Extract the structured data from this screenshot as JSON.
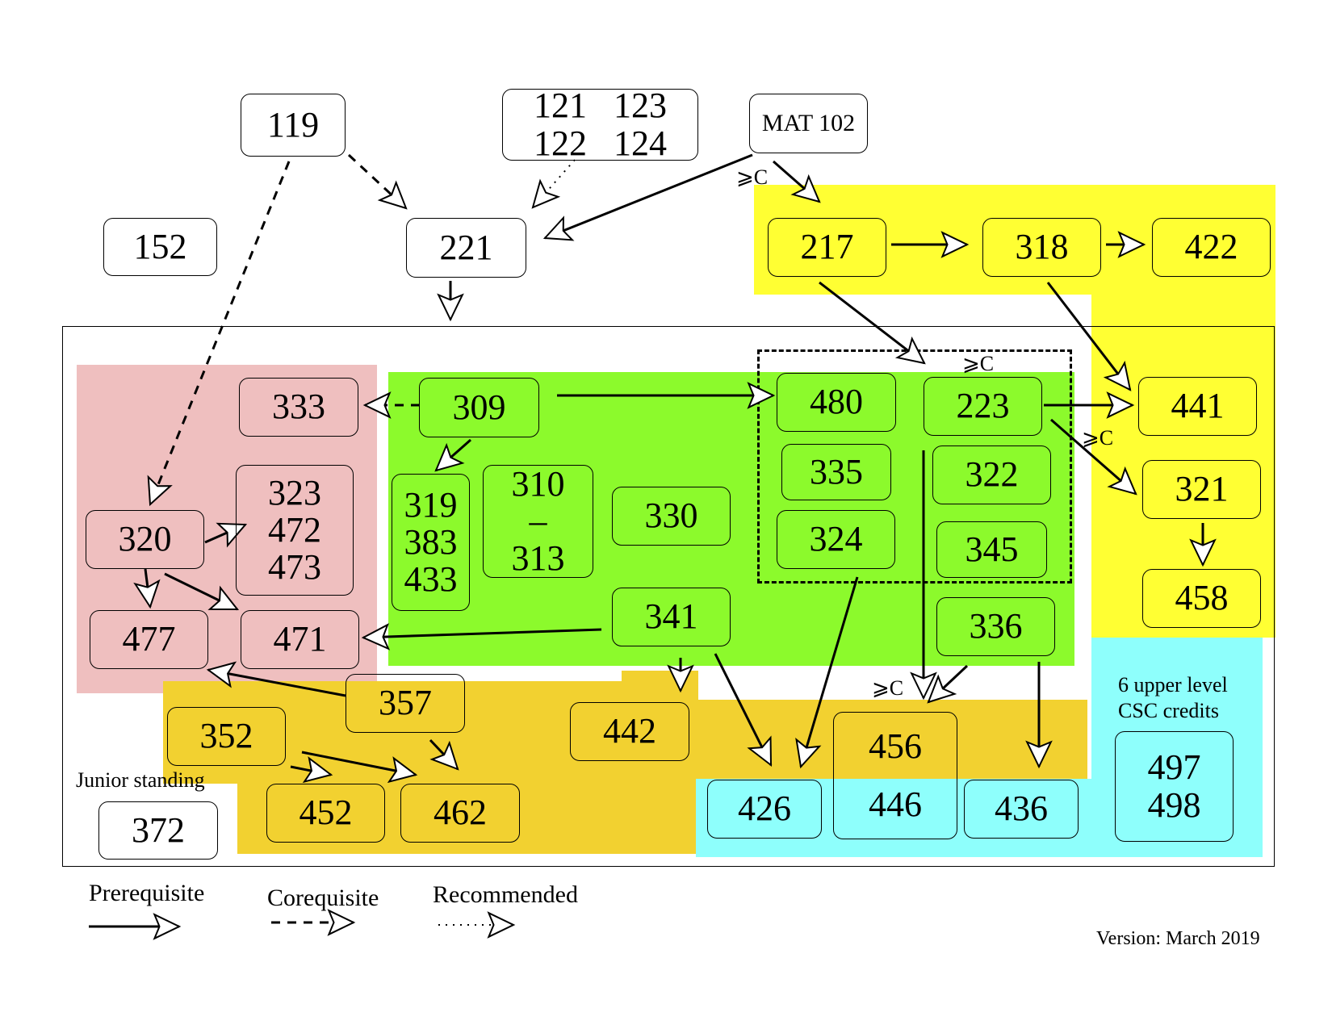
{
  "colors": {
    "core": "#8cfa2c",
    "systems": "#ffff33",
    "theory": "#efbfbf",
    "applications": "#f2d130",
    "electives": "#8efffc"
  },
  "courses": {
    "c119": "119",
    "c152": "152",
    "c121_122_123_124": [
      "121   123",
      "122   124"
    ],
    "mat102": "MAT 102",
    "c221": "221",
    "c217": "217",
    "c318": "318",
    "c422": "422",
    "c333": "333",
    "c309": "309",
    "c480": "480",
    "c223": "223",
    "c441": "441",
    "c335": "335",
    "c322": "322",
    "c321": "321",
    "c320": "320",
    "c323_472_473": [
      "323",
      "472",
      "473"
    ],
    "c319_383_433": [
      "319",
      "383",
      "433"
    ],
    "c310_313": [
      "310",
      "–",
      "313"
    ],
    "c330": "330",
    "c324": "324",
    "c345": "345",
    "c458": "458",
    "c477": "477",
    "c471": "471",
    "c341": "341",
    "c336": "336",
    "c357": "357",
    "c352": "352",
    "c442": "442",
    "c456": "456",
    "c452": "452",
    "c462": "462",
    "c426": "426",
    "c446": "446",
    "c436": "436",
    "c372": "372",
    "c497_498": [
      "497",
      "498"
    ]
  },
  "labels": {
    "grade_c": "⩾C",
    "junior_standing": "Junior standing",
    "upper_level": [
      "6 upper level",
      "CSC credits"
    ]
  },
  "legend": {
    "prerequisite": "Prerequisite",
    "corequisite": "Corequisite",
    "recommended": "Recommended"
  },
  "version": "Version: March 2019"
}
